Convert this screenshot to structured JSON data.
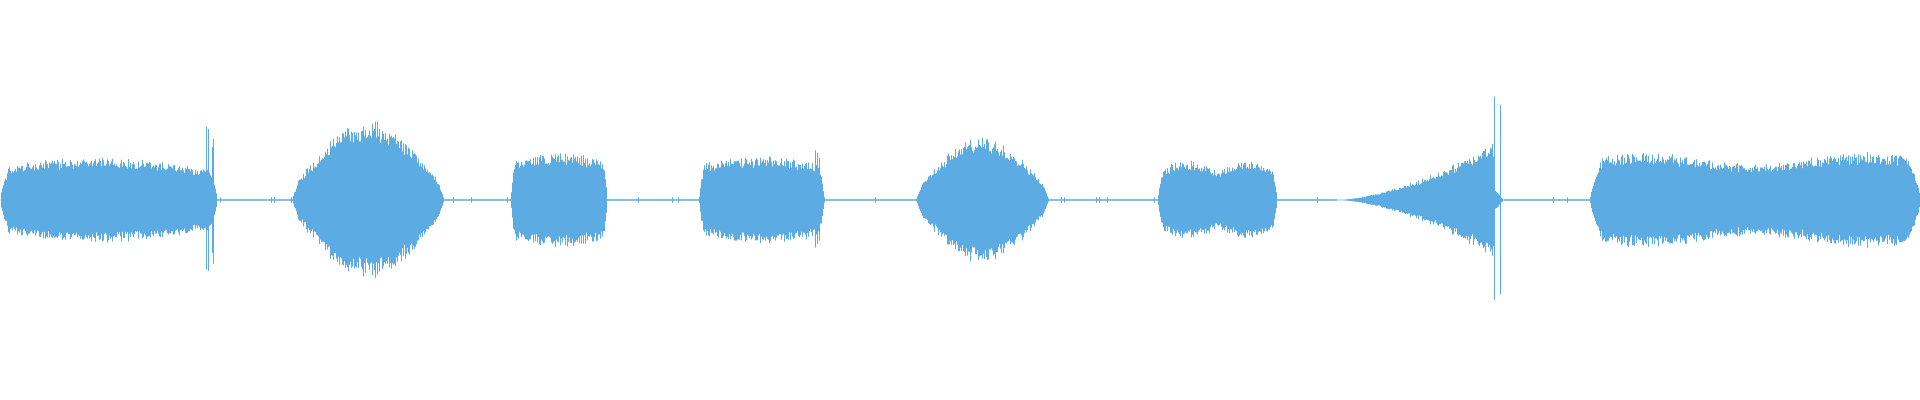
{
  "waveform": {
    "color": "#5dabe3",
    "background": "#ffffff",
    "segments": [
      {
        "kind": "sound",
        "shape": "swell-late-peak",
        "level": 0.22,
        "spike": 0.38,
        "start": 0.0,
        "end": 0.113
      },
      {
        "kind": "silence",
        "start": 0.113,
        "end": 0.152
      },
      {
        "kind": "sound",
        "shape": "hump",
        "level": 0.4,
        "start": 0.152,
        "end": 0.231
      },
      {
        "kind": "silence",
        "start": 0.231,
        "end": 0.266
      },
      {
        "kind": "sound",
        "shape": "block",
        "level": 0.24,
        "start": 0.266,
        "end": 0.316
      },
      {
        "kind": "silence",
        "start": 0.316,
        "end": 0.364
      },
      {
        "kind": "sound",
        "shape": "block",
        "level": 0.22,
        "spike": 0.26,
        "start": 0.364,
        "end": 0.429
      },
      {
        "kind": "silence",
        "start": 0.429,
        "end": 0.477
      },
      {
        "kind": "sound",
        "shape": "hump",
        "level": 0.32,
        "start": 0.477,
        "end": 0.546
      },
      {
        "kind": "silence",
        "start": 0.546,
        "end": 0.603
      },
      {
        "kind": "sound",
        "shape": "double-bump",
        "level": 0.2,
        "start": 0.603,
        "end": 0.665
      },
      {
        "kind": "silence",
        "start": 0.665,
        "end": 0.696
      },
      {
        "kind": "sound",
        "shape": "crescendo",
        "level": 0.32,
        "spike": 0.58,
        "start": 0.696,
        "end": 0.783
      },
      {
        "kind": "silence",
        "start": 0.783,
        "end": 0.828
      },
      {
        "kind": "sound",
        "shape": "sustained",
        "level": 0.26,
        "start": 0.828,
        "end": 1.0
      }
    ]
  }
}
